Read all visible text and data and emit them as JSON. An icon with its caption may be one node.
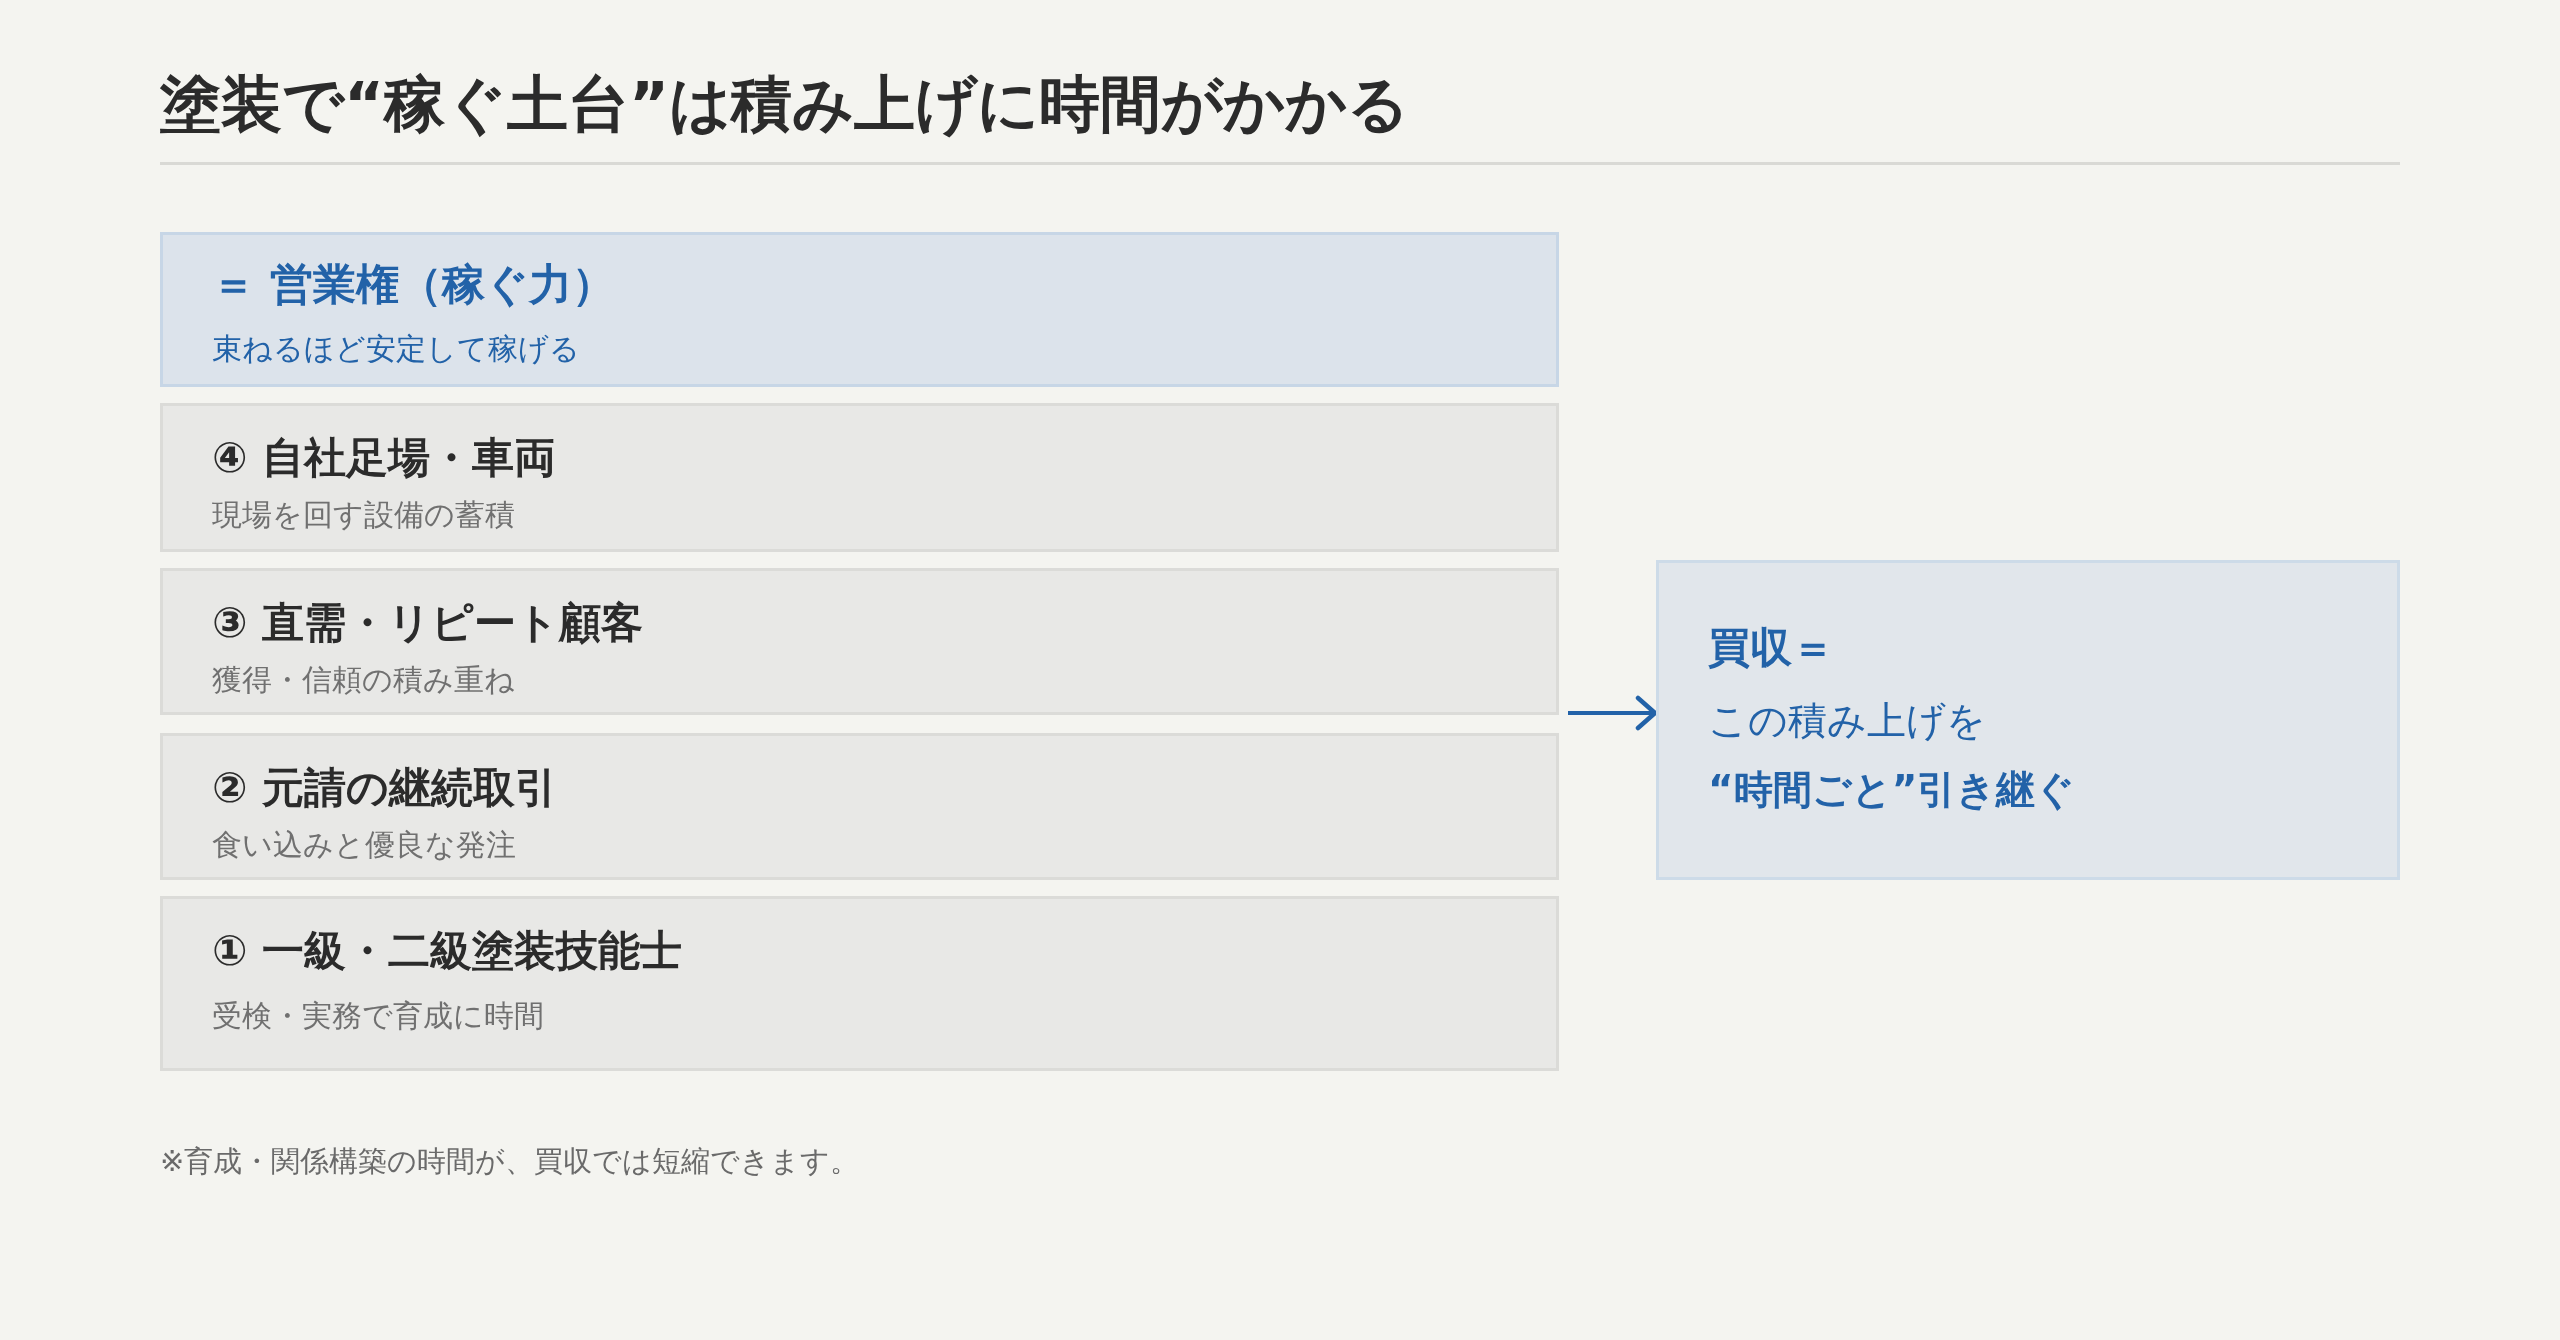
{
  "diagram": {
    "title": "塗装で“稼ぐ土台”は積み上げに時間がかかる",
    "nodes": [
      {
        "text": [
          "＝ 営業権（稼ぐ力）",
          "束ねるほど安定して稼げる"
        ]
      },
      {
        "text": [
          "④ 自社足場・車両",
          "現場を回す設備の蓄積"
        ]
      },
      {
        "text": [
          "③ 直需・リピート顧客",
          "獲得・信頼の積み重ね"
        ]
      },
      {
        "text": [
          "② 元請の継続取引",
          "食い込みと優良な発注"
        ]
      },
      {
        "text": [
          "① 一級・二級塗装技能士",
          "受検・実務で育成に時間"
        ]
      },
      {
        "text": [
          "買収＝",
          "この積み上げを**“時間ごと”引き継ぐ**"
        ]
      }
    ],
    "edges": [
      {
        "from": 2,
        "to": 5,
        "arrow": "to"
      }
    ],
    "labels": [
      "※育成・関係構築の時間が、買収では短縮できます。"
    ]
  }
}
